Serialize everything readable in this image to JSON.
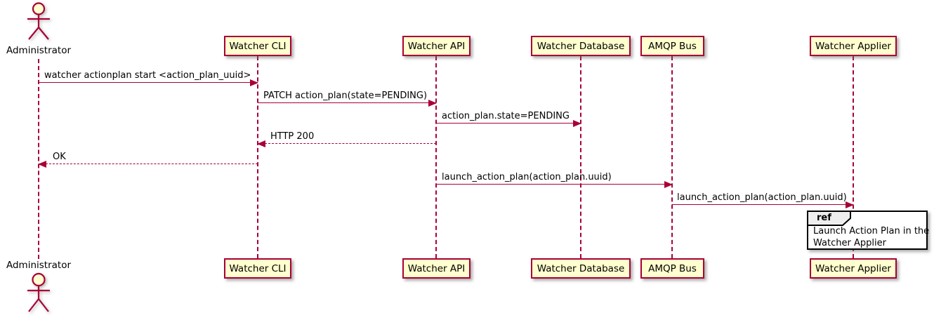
{
  "diagram_type": "sequence",
  "actor": {
    "label": "Administrator"
  },
  "participants": [
    {
      "label": "Watcher CLI"
    },
    {
      "label": "Watcher API"
    },
    {
      "label": "Watcher Database"
    },
    {
      "label": "AMQP Bus"
    },
    {
      "label": "Watcher Applier"
    }
  ],
  "messages": [
    {
      "label": "watcher actionplan start <action_plan_uuid>",
      "from": "Administrator",
      "to": "Watcher CLI",
      "line": "solid",
      "direction": "right"
    },
    {
      "label": "PATCH action_plan(state=PENDING)",
      "from": "Watcher CLI",
      "to": "Watcher API",
      "line": "solid",
      "direction": "right"
    },
    {
      "label": "action_plan.state=PENDING",
      "from": "Watcher API",
      "to": "Watcher Database",
      "line": "solid",
      "direction": "right"
    },
    {
      "label": "HTTP 200",
      "from": "Watcher API",
      "to": "Watcher CLI",
      "line": "dashed",
      "direction": "left"
    },
    {
      "label": "OK",
      "from": "Watcher CLI",
      "to": "Administrator",
      "line": "dashed",
      "direction": "left"
    },
    {
      "label": "launch_action_plan(action_plan.uuid)",
      "from": "Watcher API",
      "to": "AMQP Bus",
      "line": "solid",
      "direction": "right"
    },
    {
      "label": "launch_action_plan(action_plan.uuid)",
      "from": "AMQP Bus",
      "to": "Watcher Applier",
      "line": "solid",
      "direction": "right"
    }
  ],
  "ref": {
    "keyword": "ref",
    "line1": "Launch Action Plan in the",
    "line2": "Watcher Applier"
  },
  "colors": {
    "stroke": "#A80036",
    "participant_fill": "#FEFECE",
    "text": "#000000",
    "ref_tab_fill": "#EEEEEE",
    "ref_border": "#000000",
    "background": "#FFFFFF"
  }
}
